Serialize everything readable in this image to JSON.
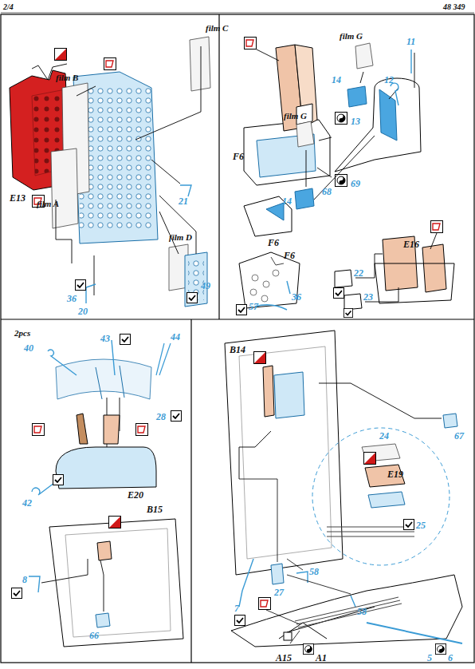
{
  "diagram": {
    "labels": [
      "2/4",
      "48 349",
      "film C",
      "E13",
      "film B",
      "film A",
      "21",
      "36",
      "20",
      "film D",
      "49",
      "F6",
      "13",
      "68",
      "69",
      "film G",
      "11",
      "12",
      "film G",
      "14",
      "14",
      "F6",
      "F6",
      "36",
      "57",
      "22",
      "23",
      "E16",
      "2pcs",
      "40",
      "43",
      "44",
      "28",
      "42",
      "E20",
      "B15",
      "8",
      "66",
      "B14",
      "67",
      "24",
      "E19",
      "25",
      "7",
      "27",
      "58",
      "58",
      "A15",
      "A1",
      "5",
      "6"
    ]
  }
}
